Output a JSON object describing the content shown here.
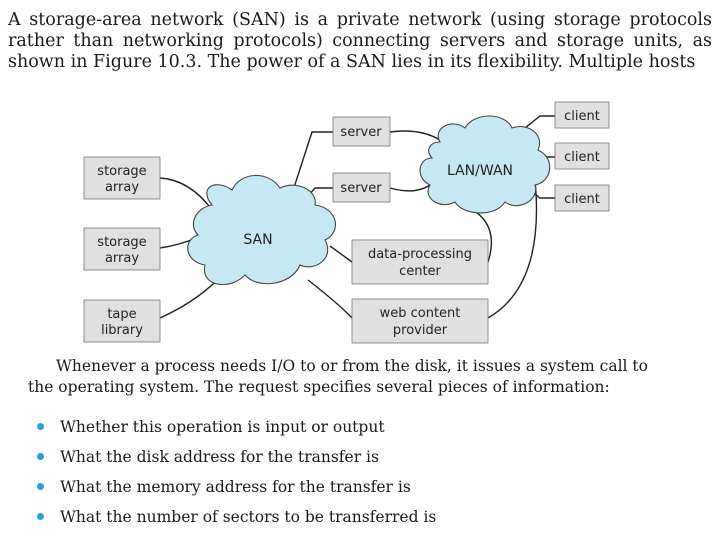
{
  "intro": {
    "line1": "A storage-area network (SAN) is a private network (using storage protocols",
    "line2": "rather than networking protocols) connecting servers and storage units, as",
    "line3": "shown in Figure 10.3. The power of a SAN lies in its flexibility. Multiple hosts"
  },
  "diagram": {
    "san_label": "SAN",
    "lanwan_label": "LAN/WAN",
    "storage_array_1": [
      "storage",
      "array"
    ],
    "storage_array_2": [
      "storage",
      "array"
    ],
    "tape_library": [
      "tape",
      "library"
    ],
    "server_1": "server",
    "server_2": "server",
    "data_processing": [
      "data-processing",
      "center"
    ],
    "web_content": [
      "web content",
      "provider"
    ],
    "client_1": "client",
    "client_2": "client",
    "client_3": "client"
  },
  "body": {
    "line1": "Whenever a process needs I/O to or from the disk, it issues a system call to",
    "line2": "the operating system. The request specifies several pieces of information:"
  },
  "bullets": [
    "Whether this operation is input or output",
    "What the disk address for the transfer is",
    "What the memory address for the transfer is",
    "What the number of sectors to be transferred is"
  ],
  "colors": {
    "cloud": "#c6e8f5",
    "box": "#e0e0e0",
    "bullet": "#2a9fd6"
  }
}
